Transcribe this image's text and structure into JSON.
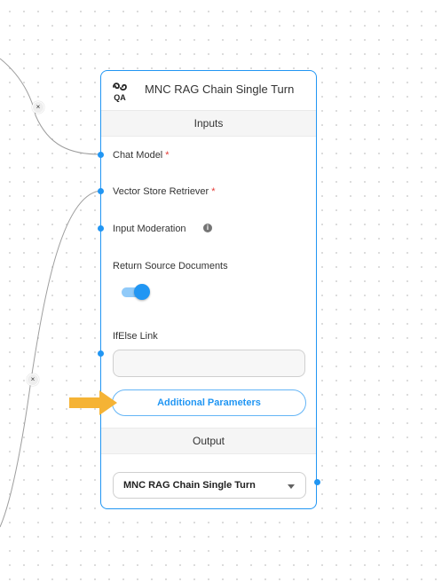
{
  "node": {
    "title": "MNC RAG Chain Single Turn",
    "icon_name": "qa-icon",
    "icon_text": "QA",
    "accent_color": "#2196f3"
  },
  "inputs_section": {
    "title": "Inputs",
    "fields": {
      "chat_model": {
        "label": "Chat Model",
        "required": "*"
      },
      "vector_store_retriever": {
        "label": "Vector Store Retriever",
        "required": "*"
      },
      "input_moderation": {
        "label": "Input Moderation",
        "info_icon": "info-icon"
      },
      "return_source_documents": {
        "label": "Return Source Documents",
        "enabled": true
      },
      "ifelse_link": {
        "label": "IfElse Link",
        "value": ""
      }
    },
    "additional_parameters_label": "Additional Parameters"
  },
  "output_section": {
    "title": "Output",
    "selected": "MNC RAG Chain Single Turn"
  },
  "edge_delete_label": "×",
  "annotation": {
    "arrow_color": "#f5b335"
  }
}
